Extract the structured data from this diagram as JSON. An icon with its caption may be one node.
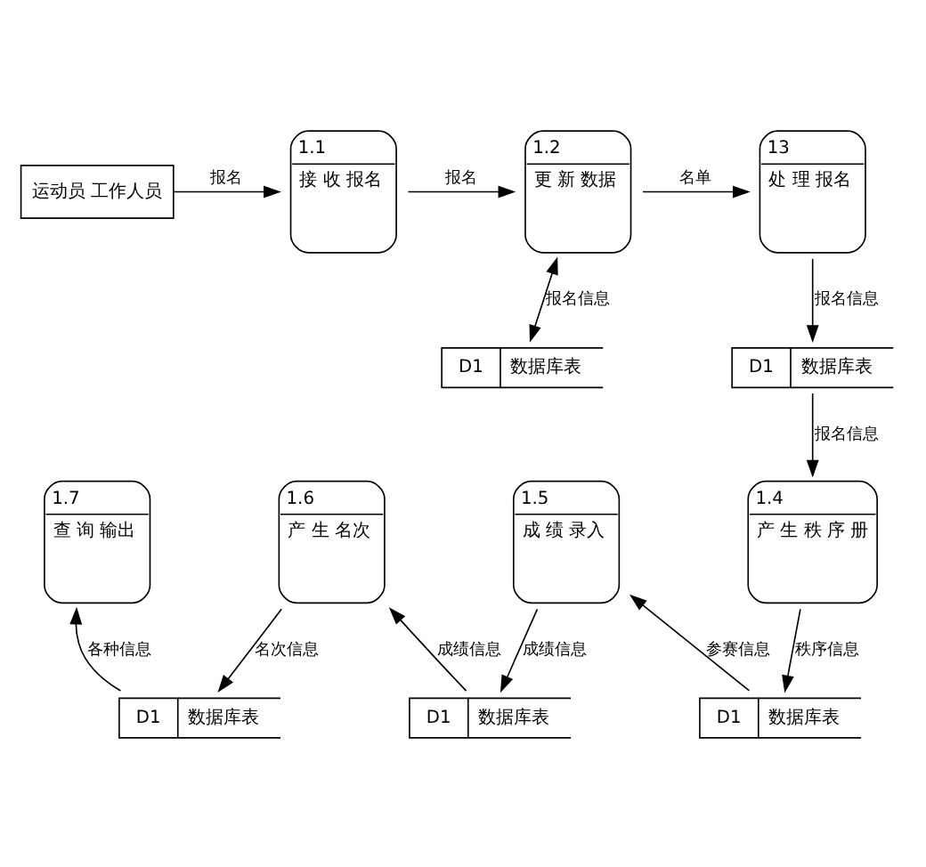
{
  "diagram": {
    "nodes": [
      {
        "text": [
          "运动员 工作人员"
        ]
      },
      {
        "text": [
          "1.1",
          "接 收 报名"
        ]
      },
      {
        "text": [
          "1.2",
          "更 新 数据"
        ]
      },
      {
        "text": [
          "13",
          "处 理 报名"
        ]
      },
      {
        "text": [
          "D1",
          "数据库表"
        ]
      },
      {
        "text": [
          "D1",
          "数据库表"
        ]
      },
      {
        "text": [
          "1.4",
          "产 生 秩 序 册"
        ]
      },
      {
        "text": [
          "1.5",
          "成 绩 录入"
        ]
      },
      {
        "text": [
          "1.6",
          "产 生 名次"
        ]
      },
      {
        "text": [
          "1.7",
          "查 询 输出"
        ]
      },
      {
        "text": [
          "D1",
          "数据库表"
        ]
      },
      {
        "text": [
          "D1",
          "数据库表"
        ]
      },
      {
        "text": [
          "D1",
          "数据库表"
        ]
      }
    ],
    "edges": [
      {
        "from": 0,
        "to": 1,
        "arrow": "to",
        "label": "报名"
      },
      {
        "from": 1,
        "to": 2,
        "arrow": "to",
        "label": "报名"
      },
      {
        "from": 2,
        "to": 3,
        "arrow": "to",
        "label": "名单"
      },
      {
        "from": 4,
        "to": 2,
        "arrow": "both",
        "label": "报名信息"
      },
      {
        "from": 3,
        "to": 5,
        "arrow": "to",
        "label": "报名信息"
      },
      {
        "from": 5,
        "to": 6,
        "arrow": "to",
        "label": "报名信息"
      },
      {
        "from": 6,
        "to": 12,
        "arrow": "to",
        "label": "秩序信息"
      },
      {
        "from": 12,
        "to": 7,
        "arrow": "to",
        "label": "参赛信息"
      },
      {
        "from": 7,
        "to": 11,
        "arrow": "to",
        "label": "成绩信息"
      },
      {
        "from": 11,
        "to": 8,
        "arrow": "to",
        "label": "成绩信息"
      },
      {
        "from": 8,
        "to": 10,
        "arrow": "to",
        "label": "名次信息"
      },
      {
        "from": 10,
        "to": 9,
        "arrow": "to",
        "label": "各种信息"
      }
    ]
  }
}
